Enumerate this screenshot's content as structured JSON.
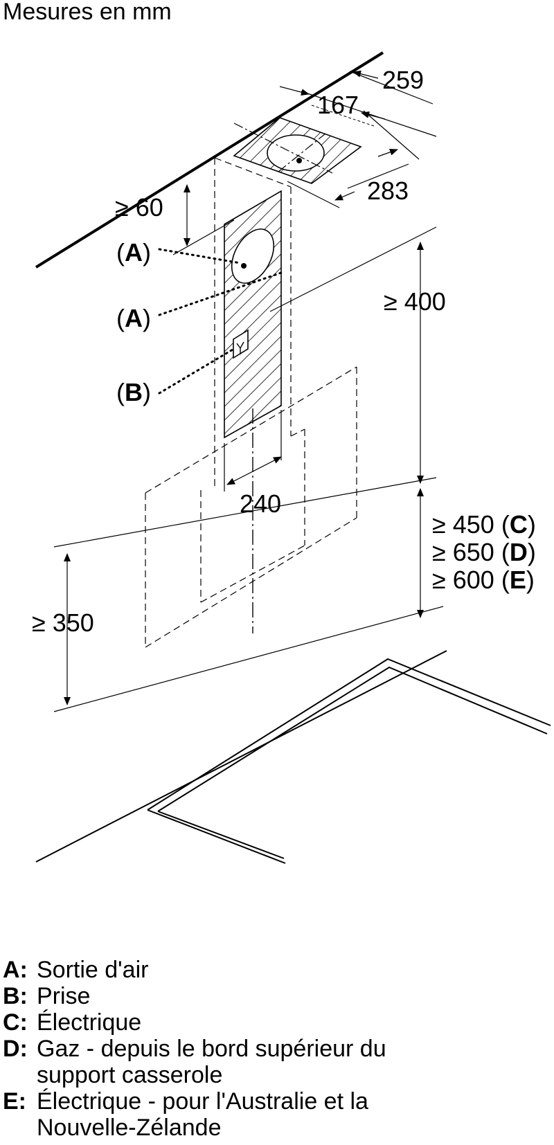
{
  "title": "Mesures en mm",
  "dimensions": {
    "d259": "259",
    "d167": "167",
    "d283": "283",
    "d60": "≥ 60",
    "d400": "≥ 400",
    "d240": "240",
    "d350": "≥ 350"
  },
  "clearance": [
    {
      "value": "≥ 450",
      "code": "C"
    },
    {
      "value": "≥ 650",
      "code": "D"
    },
    {
      "value": "≥ 600",
      "code": "E"
    }
  ],
  "callouts": [
    {
      "code": "A"
    },
    {
      "code": "A"
    },
    {
      "code": "B"
    }
  ],
  "legend": [
    {
      "key": "A:",
      "lines": [
        "Sortie d'air"
      ]
    },
    {
      "key": "B:",
      "lines": [
        "Prise"
      ]
    },
    {
      "key": "C:",
      "lines": [
        "Électrique"
      ]
    },
    {
      "key": "D:",
      "lines": [
        "Gaz - depuis le bord supérieur du",
        "support casserole"
      ]
    },
    {
      "key": "E:",
      "lines": [
        "Électrique - pour l'Australie et la",
        "Nouvelle-Zélande"
      ]
    }
  ]
}
